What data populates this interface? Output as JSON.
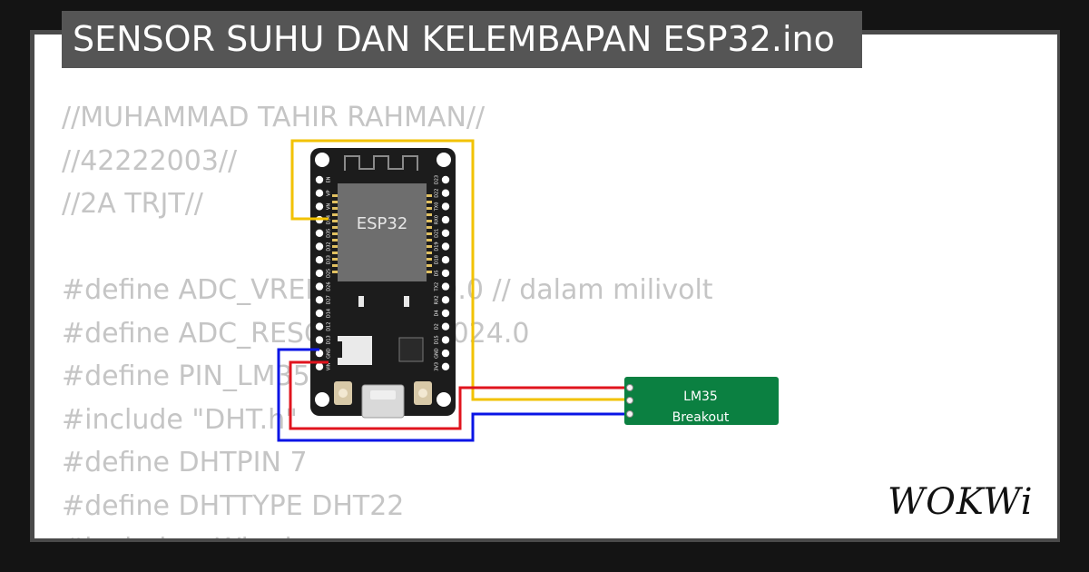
{
  "title": "SENSOR SUHU DAN KELEMBAPAN ESP32.ino",
  "code_lines": [
    "//MUHAMMAD TAHIR RAHMAN//",
    "//42222003//",
    "//2A TRJT//",
    "",
    "#define ADC_VREF_mV 3300.0 // dalam milivolt",
    "#define ADC_RESOLUTION 4024.0",
    "#define PIN_LM35 0",
    "#include \"DHT.h\"",
    "#define DHTPIN 7",
    "#define DHTTYPE DHT22",
    "#include <Wire.h>"
  ],
  "esp32": {
    "chip_label": "ESP32",
    "left_pins": [
      "EN",
      "VP",
      "VN",
      "D34",
      "D35",
      "D32",
      "D33",
      "D25",
      "D26",
      "D27",
      "D14",
      "D12",
      "D13",
      "GND",
      "VIN"
    ],
    "right_pins": [
      "D23",
      "D22",
      "TX0",
      "RX0",
      "D21",
      "D19",
      "D18",
      "D5",
      "TX2",
      "RX2",
      "D4",
      "D2",
      "D15",
      "GND",
      "3V3"
    ]
  },
  "lm35": {
    "label_line1": "LM35",
    "label_line2": "Breakout"
  },
  "wires": {
    "signal": "#f2c200",
    "vcc": "#e0141e",
    "gnd": "#0a14e6"
  },
  "colors": {
    "background": "#141414",
    "card": "#ffffff",
    "title_bar": "#555555",
    "code_text": "#c5c5c5",
    "lm35_board": "#0b8041"
  },
  "logo": {
    "text": "WOKWi"
  }
}
